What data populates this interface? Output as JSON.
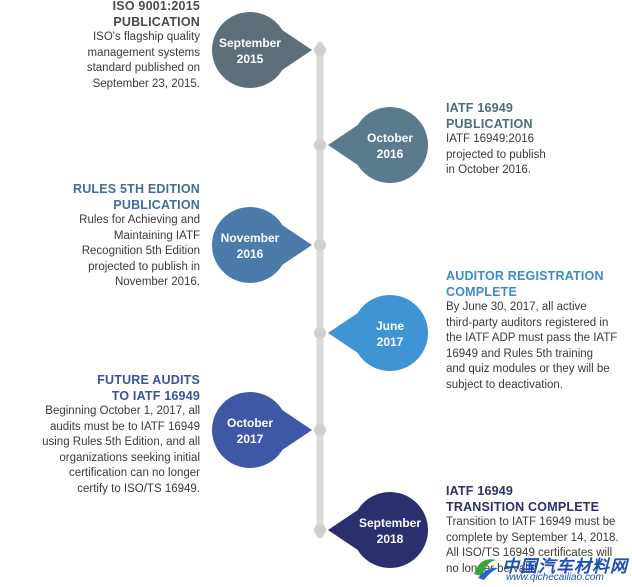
{
  "events": [
    {
      "side": "left",
      "month": "September",
      "year": "2015",
      "color": "#5f6f7a",
      "title_color": "#4a4a4a",
      "title_lines": [
        "ISO 9001:2015",
        "PUBLICATION"
      ],
      "desc_lines": [
        "ISO's flagship quality",
        "management systems",
        "standard published on",
        "September 23, 2015."
      ]
    },
    {
      "side": "right",
      "month": "October",
      "year": "2016",
      "color": "#5b7a8c",
      "title_color": "#4e6b7d",
      "title_lines": [
        "IATF 16949",
        "PUBLICATION"
      ],
      "desc_lines": [
        "IATF 16949:2016",
        "projected to publish",
        "in October 2016."
      ]
    },
    {
      "side": "left",
      "month": "November",
      "year": "2016",
      "color": "#4a7bab",
      "title_color": "#3e6e9e",
      "title_lines": [
        "RULES 5TH EDITION",
        "PUBLICATION"
      ],
      "desc_lines": [
        "Rules for Achieving and",
        "Maintaining IATF",
        "Recognition 5th Edition",
        "projected to publish in",
        "November 2016."
      ]
    },
    {
      "side": "right",
      "month": "June",
      "year": "2017",
      "color": "#3f95d3",
      "title_color": "#3a8cc8",
      "title_lines": [
        "AUDITOR REGISTRATION",
        "COMPLETE"
      ],
      "desc_lines": [
        "By June 30, 2017, all active",
        "third-party auditors registered in",
        "the IATF ADP must pass the IATF",
        "16949 and Rules 5th training",
        "and quiz modules or they will be",
        "subject to deactivation."
      ]
    },
    {
      "side": "left",
      "month": "October",
      "year": "2017",
      "color": "#3f58a6",
      "title_color": "#3a539e",
      "title_lines": [
        "FUTURE AUDITS",
        "TO IATF 16949"
      ],
      "desc_lines": [
        "Beginning October 1, 2017, all",
        "audits must be to IATF 16949",
        "using Rules 5th Edition, and all",
        "organizations seeking initial",
        "certification can no longer",
        "certify to ISO/TS 16949."
      ]
    },
    {
      "side": "right",
      "month": "September",
      "year": "2018",
      "color": "#2b2f6e",
      "title_color": "#2b2f6e",
      "title_lines": [
        "IATF 16949",
        "TRANSITION COMPLETE"
      ],
      "desc_lines": [
        "Transition to IATF 16949 must be",
        "complete by September 14, 2018.",
        "All ISO/TS 16949 certificates will",
        "no longer be valid."
      ]
    }
  ],
  "watermark": {
    "main_text": "中国汽车材料网",
    "sub_text": "www.qichecailiao.com"
  }
}
